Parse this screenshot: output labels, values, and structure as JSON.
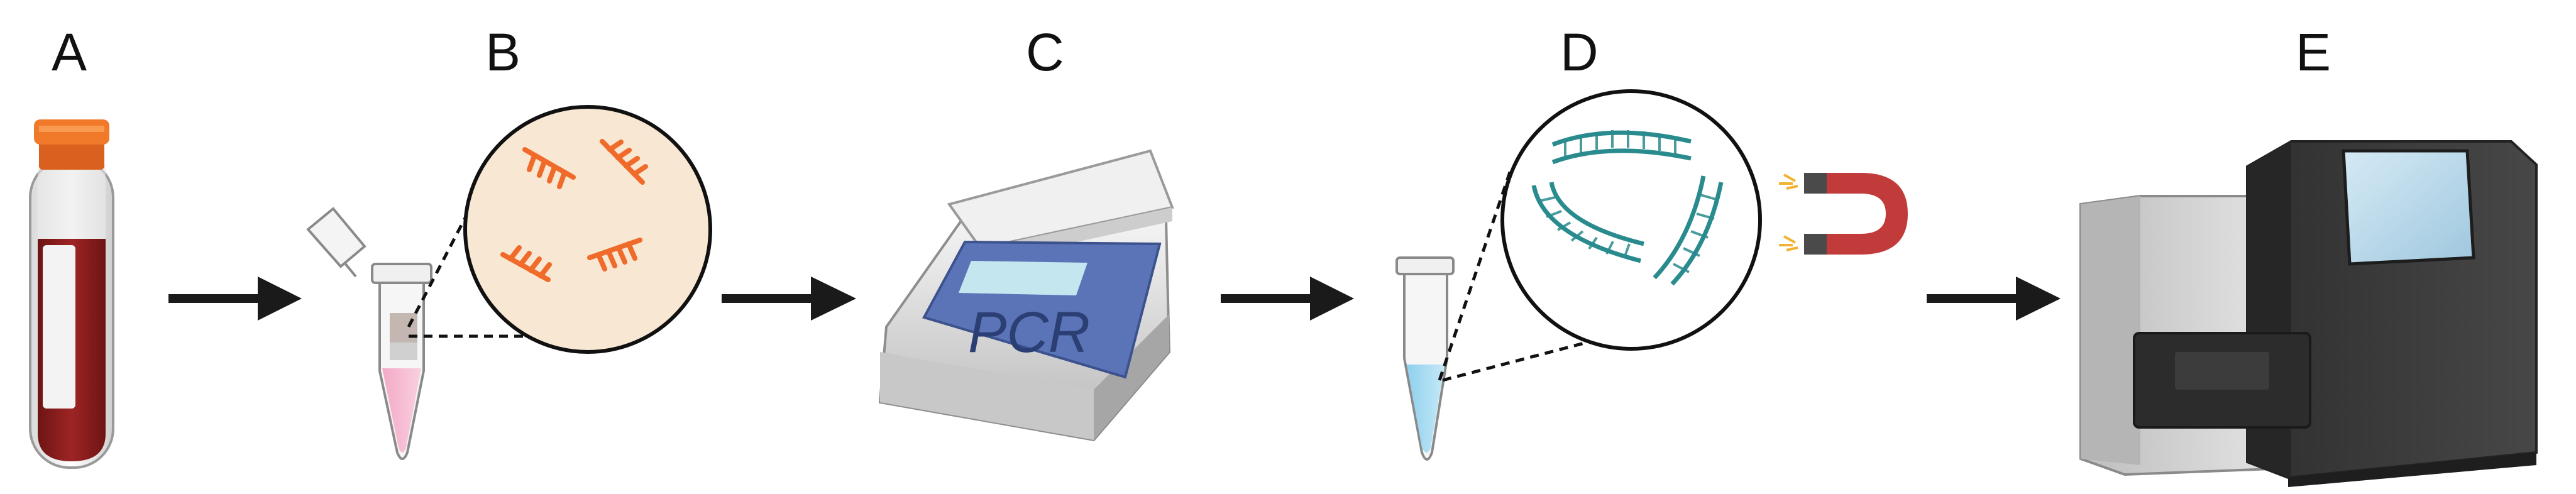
{
  "steps": [
    {
      "label": "A"
    },
    {
      "label": "B"
    },
    {
      "label": "C"
    },
    {
      "label": "D"
    },
    {
      "label": "E"
    }
  ],
  "pcr_machine": {
    "screen_text": "PCR"
  },
  "colors": {
    "blood": "#8e1c1c",
    "tube_cap": "#f07a2a",
    "primer": "#f06a2a",
    "dna": "#2a8b8e",
    "magnet": "#c23b3b",
    "arrow": "#1a1a1a",
    "zoom_bg": "#f7e7d3",
    "pcr_screen": "#5b73b7",
    "sequencer_dark": "#3a3a3a"
  }
}
